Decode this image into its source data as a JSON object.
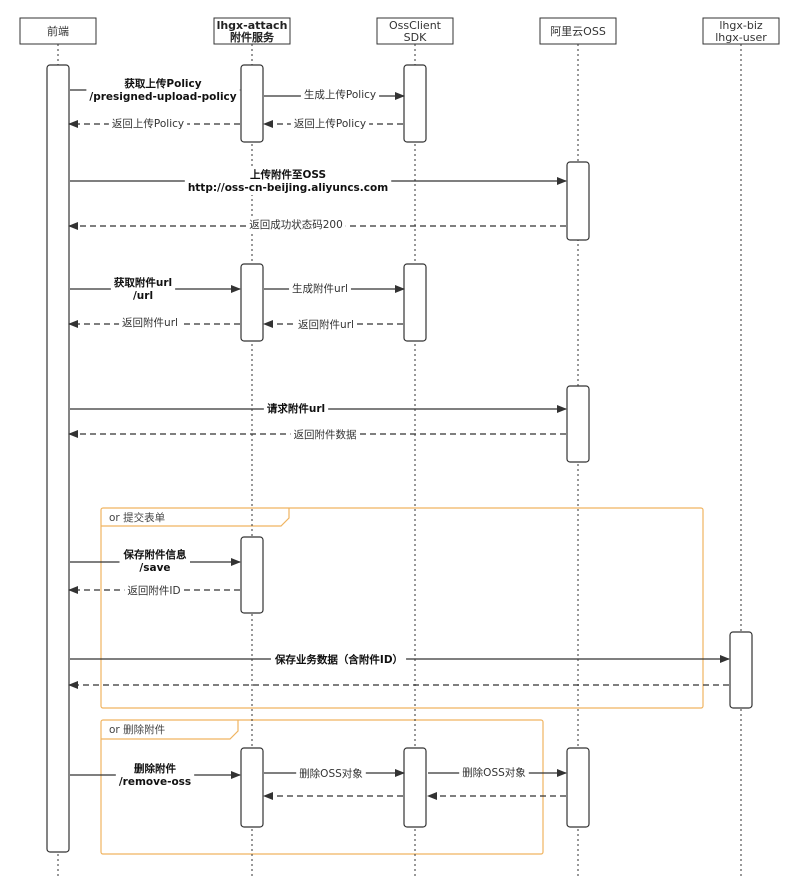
{
  "participants": [
    {
      "id": "frontend",
      "lines": [
        "前端"
      ],
      "bold": false
    },
    {
      "id": "attach",
      "lines": [
        "lhgx-attach",
        "附件服务"
      ],
      "bold": true
    },
    {
      "id": "sdk",
      "lines": [
        "OssClient",
        "SDK"
      ],
      "bold": false
    },
    {
      "id": "oss",
      "lines": [
        "阿里云OSS"
      ],
      "bold": false
    },
    {
      "id": "biz",
      "lines": [
        "lhgx-biz",
        "lhgx-user"
      ],
      "bold": false
    }
  ],
  "messages": [
    {
      "id": "get-policy",
      "lines": [
        "获取上传Policy",
        "/presigned-upload-policy"
      ],
      "bold": true,
      "dashed": false
    },
    {
      "id": "gen-policy",
      "lines": [
        "生成上传Policy"
      ],
      "bold": false,
      "dashed": false
    },
    {
      "id": "ret-policy-sdk",
      "lines": [
        "返回上传Policy"
      ],
      "bold": false,
      "dashed": true
    },
    {
      "id": "ret-policy",
      "lines": [
        "返回上传Policy"
      ],
      "bold": false,
      "dashed": true
    },
    {
      "id": "upload-oss",
      "lines": [
        "上传附件至OSS",
        "http://oss-cn-beijing.aliyuncs.com"
      ],
      "bold": true,
      "dashed": false
    },
    {
      "id": "ret-200",
      "lines": [
        "返回成功状态码200"
      ],
      "bold": false,
      "dashed": true
    },
    {
      "id": "get-url",
      "lines": [
        "获取附件url",
        "/url"
      ],
      "bold": true,
      "dashed": false
    },
    {
      "id": "gen-url",
      "lines": [
        "生成附件url"
      ],
      "bold": false,
      "dashed": false
    },
    {
      "id": "ret-url-sdk",
      "lines": [
        "返回附件url"
      ],
      "bold": false,
      "dashed": true
    },
    {
      "id": "ret-url",
      "lines": [
        "返回附件url"
      ],
      "bold": false,
      "dashed": true
    },
    {
      "id": "req-url",
      "lines": [
        "请求附件url"
      ],
      "bold": true,
      "dashed": false
    },
    {
      "id": "ret-data",
      "lines": [
        "返回附件数据"
      ],
      "bold": false,
      "dashed": true
    },
    {
      "id": "save-info",
      "lines": [
        "保存附件信息",
        "/save"
      ],
      "bold": true,
      "dashed": false
    },
    {
      "id": "ret-id",
      "lines": [
        "返回附件ID"
      ],
      "bold": false,
      "dashed": true
    },
    {
      "id": "save-biz",
      "lines": [
        "保存业务数据（含附件ID）"
      ],
      "bold": true,
      "dashed": false
    },
    {
      "id": "ret-biz",
      "lines": [],
      "bold": false,
      "dashed": true
    },
    {
      "id": "delete",
      "lines": [
        "删除附件",
        "/remove-oss"
      ],
      "bold": true,
      "dashed": false
    },
    {
      "id": "del-oss-1",
      "lines": [
        "删除OSS对象"
      ],
      "bold": false,
      "dashed": false
    },
    {
      "id": "del-oss-2",
      "lines": [
        "删除OSS对象"
      ],
      "bold": false,
      "dashed": false
    },
    {
      "id": "ret-del-1",
      "lines": [],
      "bold": false,
      "dashed": true
    },
    {
      "id": "ret-del-2",
      "lines": [],
      "bold": false,
      "dashed": true
    }
  ],
  "frames": [
    {
      "id": "submit",
      "label": "or 提交表单"
    },
    {
      "id": "remove",
      "label": "or 删除附件"
    }
  ],
  "colors": {
    "line": "#333333",
    "frame": "#f0b461",
    "box_border": "#333333",
    "box_fill": "#ffffff"
  }
}
